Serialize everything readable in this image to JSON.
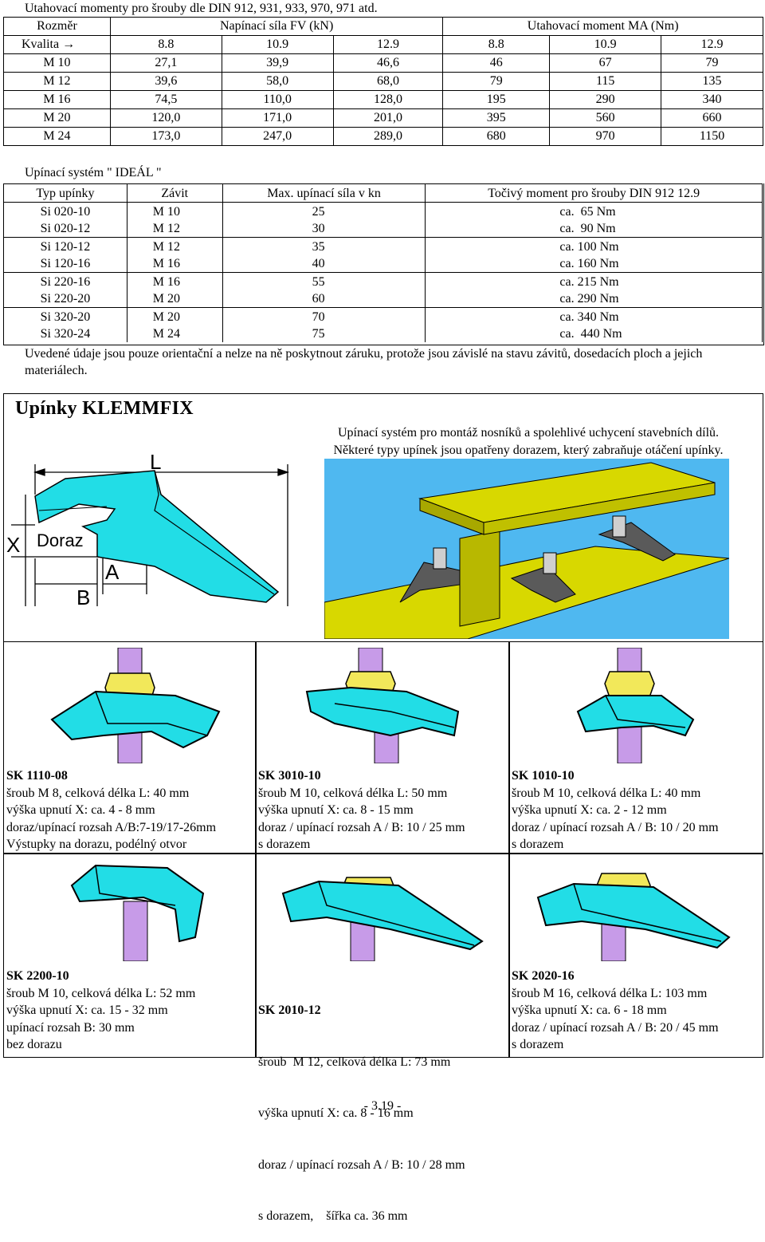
{
  "torque_table": {
    "title": "Utahovací momenty pro šrouby dle DIN 912, 931, 933, 970, 971 atd.",
    "header1": [
      "Rozměr",
      "Napínací síla  FV  (kN)",
      "Utahovací moment  MA  (Nm)"
    ],
    "header2": [
      "Kvalita  →",
      "8.8",
      "10.9",
      "12.9",
      "8.8",
      "10.9",
      "12.9"
    ],
    "rows": [
      [
        "M 10",
        "27,1",
        "39,9",
        "46,6",
        "46",
        "67",
        "79"
      ],
      [
        "M 12",
        "39,6",
        "58,0",
        "68,0",
        "79",
        "115",
        "135"
      ],
      [
        "M 16",
        "74,5",
        "110,0",
        "128,0",
        "195",
        "290",
        "340"
      ],
      [
        "M 20",
        "120,0",
        "171,0",
        "201,0",
        "395",
        "560",
        "660"
      ],
      [
        "M 24",
        "173,0",
        "247,0",
        "289,0",
        "680",
        "970",
        "1150"
      ]
    ]
  },
  "ideal": {
    "title": "Upínací systém \" IDEÁL \"",
    "headers": [
      "Typ upínky",
      "Závit",
      "Max. upínací síla v kn",
      "Točivý moment pro šrouby DIN 912  12.9"
    ],
    "groups": [
      {
        "types": [
          "Si 020-10",
          "Si 020-12"
        ],
        "threads": [
          "M 10",
          "M 12"
        ],
        "forces": [
          "25",
          "30"
        ],
        "torques": [
          "ca.  65 Nm",
          "ca.  90 Nm"
        ]
      },
      {
        "types": [
          "Si 120-12",
          "Si 120-16"
        ],
        "threads": [
          "M 12",
          "M 16"
        ],
        "forces": [
          "35",
          "40"
        ],
        "torques": [
          "ca. 100 Nm",
          "ca. 160 Nm"
        ]
      },
      {
        "types": [
          "Si 220-16",
          "Si 220-20"
        ],
        "threads": [
          "M 16",
          "M 20"
        ],
        "forces": [
          "55",
          "60"
        ],
        "torques": [
          "ca. 215 Nm",
          "ca. 290 Nm"
        ]
      },
      {
        "types": [
          "Si 320-20",
          "Si 320-24"
        ],
        "threads": [
          "M 20",
          "M 24"
        ],
        "forces": [
          "70",
          "75"
        ],
        "torques": [
          "ca. 340 Nm",
          "ca.  440 Nm"
        ]
      }
    ],
    "note": "Uvedené údaje jsou pouze orientační a nelze na ně poskytnout záruku, protože jsou závislé na stavu závitů, dosedacích ploch a jejich materiálech."
  },
  "klemmfix": {
    "title": "Upínky KLEMMFIX",
    "intro": [
      "Upínací systém pro montáž nosníků a spolehlivé uchycení stavebních dílů.",
      "Některé typy upínek jsou opatřeny dorazem, který zabraňuje otáčení upínky."
    ],
    "diagram_labels": {
      "L": "L",
      "X": "X",
      "doraz": "Doraz",
      "A": "A",
      "B": "B"
    },
    "colors": {
      "clamp": "#22dde6",
      "nut": "#f2e85a",
      "bolt": "#c79be8",
      "beam": "#d8d800",
      "bg": "#4fb8f0",
      "dark_clamp": "#5a5a5a"
    },
    "products": [
      {
        "code": "SK 1110-08",
        "lines": [
          "šroub  M 8, celková délka L: 40 mm",
          "výška upnutí X: ca. 4 - 8 mm",
          "doraz/upínací rozsah A/B:7-19/17-26mm",
          "Výstupky na dorazu, podélný otvor"
        ]
      },
      {
        "code": "SK 3010-10",
        "lines": [
          "šroub  M 10, celková délka L: 50 mm",
          "výška upnutí X: ca. 8 - 15 mm",
          "doraz / upínací rozsah A / B: 10 / 25 mm",
          "s dorazem"
        ]
      },
      {
        "code": "SK 1010-10",
        "lines": [
          "šroub  M 10, celková délka L: 40 mm",
          "výška upnutí X: ca. 2 - 12 mm",
          "doraz / upínací rozsah A / B: 10 / 20 mm",
          "s dorazem"
        ]
      },
      {
        "code": "SK 2200-10",
        "lines": [
          "šroub  M 10, celková délka L: 52 mm",
          "výška upnutí X: ca. 15 - 32 mm",
          "upínací rozsah B: 30 mm",
          "bez dorazu"
        ]
      },
      {
        "code": "SK 2010-12",
        "lines": [
          "šroub  M 12, celková délka L: 73 mm",
          "výška upnutí X: ca. 8 - 16 mm",
          "doraz / upínací rozsah A / B: 10 / 28 mm",
          "s dorazem,    šířka ca. 36 mm"
        ]
      },
      {
        "code": "SK 2020-16",
        "lines": [
          "šroub  M 16, celková délka L: 103 mm",
          "výška upnutí X: ca. 6 - 18 mm",
          "doraz / upínací rozsah A / B: 20 / 45 mm",
          "s dorazem"
        ]
      }
    ]
  },
  "page_number": "- 3.19 -"
}
